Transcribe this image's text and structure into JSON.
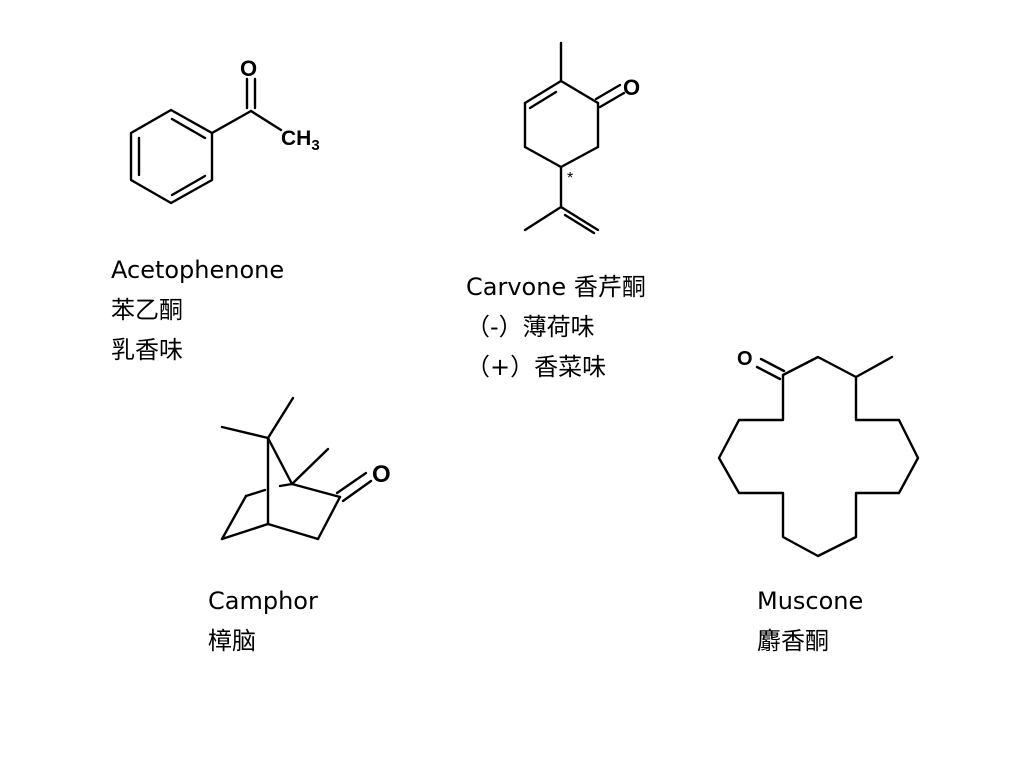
{
  "molecules": {
    "acetophenone": {
      "name": "Acetophenone",
      "chinese_name": "苯乙酮",
      "odor": "乳香味",
      "atom_oxygen": "O",
      "atom_methyl": "CH",
      "atom_methyl_subscript": "3"
    },
    "carvone": {
      "name": "Carvone 香芹酮",
      "enantiomer_minus": "（-）薄荷味",
      "enantiomer_plus": "（+）香菜味",
      "atom_oxygen": "O",
      "stereo_mark": "*"
    },
    "camphor": {
      "name": "Camphor",
      "chinese_name": "樟脑",
      "atom_oxygen": "O"
    },
    "muscone": {
      "name": "Muscone",
      "chinese_name": "麝香酮",
      "atom_oxygen": "O"
    }
  }
}
